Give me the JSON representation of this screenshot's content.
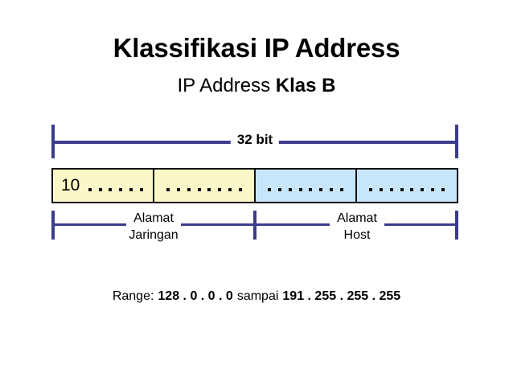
{
  "slide": {
    "title": "Klassifikasi IP Address",
    "subtitle_prefix": "IP Address ",
    "subtitle_emphasis": "Klas B"
  },
  "width_bracket": {
    "label": "32 bit",
    "bits": 32
  },
  "address_bar": {
    "cells": [
      {
        "id": "cell-1",
        "kind": "network",
        "prefix": "10",
        "dots": 6,
        "fill": "#fbf7c8"
      },
      {
        "id": "cell-2",
        "kind": "network",
        "prefix": "",
        "dots": 8,
        "fill": "#fbf7c8"
      },
      {
        "id": "cell-3",
        "kind": "host",
        "prefix": "",
        "dots": 8,
        "fill": "#c8e6fb"
      },
      {
        "id": "cell-4",
        "kind": "host",
        "prefix": "",
        "dots": 8,
        "fill": "#c8e6fb"
      }
    ]
  },
  "parts": {
    "network": {
      "line1": "Alamat",
      "line2": "Jaringan"
    },
    "host": {
      "line1": "Alamat",
      "line2": "Host"
    }
  },
  "range": {
    "label": "Range:",
    "start": "128 . 0 . 0 . 0",
    "connector": "sampai",
    "end": "191 . 255 . 255 . 255"
  },
  "colors": {
    "network_fill": "#fbf7c8",
    "host_fill": "#c8e6fb",
    "bracket_line": "#3c3c8c",
    "cell_border": "#111111",
    "text": "#000000",
    "background": "#ffffff"
  }
}
